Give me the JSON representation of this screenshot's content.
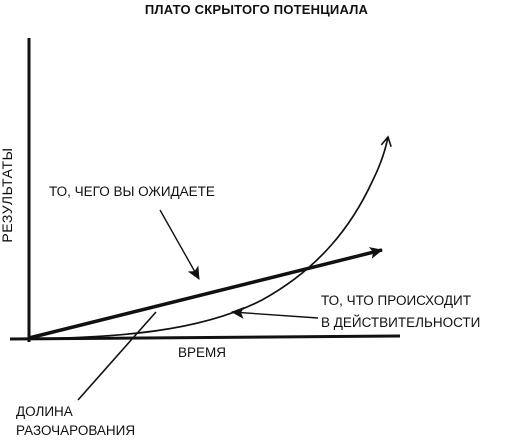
{
  "title": "ПЛАТО СКРЫТОГО ПОТЕНЦИАЛА",
  "axes": {
    "x_label": "ВРЕМЯ",
    "y_label": "РЕЗУЛЬТАТЫ"
  },
  "annotations": {
    "expected": "ТО, ЧЕГО ВЫ ОЖИДАЕТЕ",
    "actual_line1": "ТО, ЧТО ПРОИСХОДИТ",
    "actual_line2": "В ДЕЙСТВИТЕЛЬНОСТИ",
    "valley_line1": "ДОЛИНА",
    "valley_line2": "РАЗОЧАРОВАНИЯ"
  },
  "colors": {
    "ink": "#111111",
    "background": "#ffffff"
  }
}
